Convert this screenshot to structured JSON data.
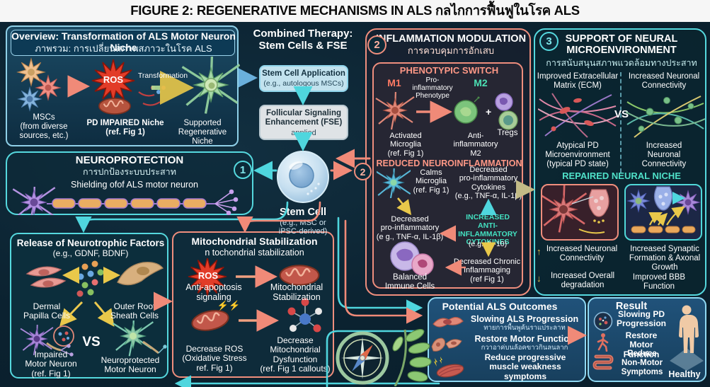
{
  "title": "FIGURE 2: REGENERATIVE MECHANISMS IN ALS กลไกการฟื้นฟูในโรค ALS",
  "badges": {
    "one": "1",
    "two": "2",
    "three": "3"
  },
  "overview": {
    "title": "Overview: Transformation of ALS Motor Neuron Niche",
    "subtitle_th": "ภาพรวม: การเปลี่ยนสภาพสภาวะในโรค ALS",
    "ros": "ROS",
    "transformation": "Transformation",
    "msc": "MSCs\n(from diverse\nsources, etc.)",
    "impaired": "PD IMPAIRED Niche\n(ref. Fig 1)",
    "supported": "Supported\nRegenerative Niche"
  },
  "combined": {
    "title": "Combined Therapy:\nStem Cells & FSE",
    "box1": "Stem Cell Application",
    "box1_sub": "(e.g., autologous MSCs)",
    "box2": "Follicular Signaling\nEnhancement (FSE)",
    "box2_sub": "applied",
    "stem": "Stem Cell",
    "stem_sub": "(e.g., MSC or\niPSC-derived)"
  },
  "neuroprotection": {
    "title": "NEUROPROTECTION",
    "subtitle_th": "การปกป้องระบบประสาท",
    "caption": "Shielding ofof ALS motor neuron"
  },
  "neurotrophic": {
    "title": "Release of Neurotrophic Factors",
    "subtitle": "(e.g., GDNF, BDNF)",
    "left": "Dermal\nPapilla Cells",
    "right": "Outer Root\nSheath Cells",
    "vs": "VS",
    "impaired": "Impaired\nMotor Neuron\n(ref. Fig 1)",
    "protected": "Neuroprotected\nMotor Neuron"
  },
  "mito": {
    "title": "Mitochondrial Stabilization",
    "subtitle": "n tochondrial stabilization",
    "ros": "ROS",
    "bolts": "⚡⚡",
    "anti": "Anti-apoptosis\nsignaling",
    "stab": "Mitochondrial\nStabilization",
    "dec_ros": "Decrease ROS\n(Oxidative Stress\nref. Fig 1)",
    "dec_dys": "Decrease\nMitochondrial\nDysfunction\n(ref. Fig 1 callouts)"
  },
  "inflammation": {
    "title": "INFLAMMATION MODULATION",
    "subtitle_th": "การควบคุมการอักเสบ",
    "phen_title": "PHENOTYPIC SWITCH",
    "m1": "M1",
    "m2": "M2",
    "arrow_label": "Pro-inflammatory\nPhenotype",
    "activated": "Activated\nMicroglia\n(ref. Fig 1)",
    "anti_m2": "Anti-\ninflammatory\nM2",
    "plus": "+",
    "tregs": "Tregs",
    "reduced_title": "REDUCED NEUROINFLAMMATION",
    "calms": "Calms\nMicroglia\n(ref. Fig 1)",
    "dec_cyt": "Decreased\npro-inflammatory\nCytokines\n(e.g., TNF-α, IL-1β)",
    "dec_pro": "Decreased\npro-inflammatory\n(e g., TNF-α, IL-1β)",
    "inc_anti": "INCREASED\nANTI-INFLAMMATORY\nCYTOKINES",
    "inc_anti_sub": "(e.g., IL-10)",
    "balanced": "Balanced\nImmune Cells",
    "dec_chronic": "Decreased Chronic\nInflammaging\n(ref Fig 1)"
  },
  "support": {
    "title": "SUPPORT OF NEURAL\nMICROENVIRONMENT",
    "subtitle_th": "การสนับสนุนสภาพแวดล้อมทางประสาท",
    "ecm_top": "Improved Extracellular\nMatrix (ECM)",
    "conn_top": "Increased Neuronal\nConnectivity",
    "vs": "VS",
    "ecm_bottom": "Atypical PD\nMicroenvironment\n(typical PD state)",
    "conn_bottom": "Increased\nNeuronal\nConnectivity",
    "repaired": "REPAIRED NEURAL NICHE",
    "up": "↑",
    "down": "↓",
    "inc_conn": "Increased Neuronal\nConnectivity",
    "inc_syn": "Increased Synaptic\nFormation & Axonal\nGrowth",
    "inc_deg": "Increased Overall\ndegradation",
    "bbb": "Improved BBB\nFunction"
  },
  "outcomes": {
    "title": "Potential ALS Outcomes",
    "item1": "Slowing ALS Progression",
    "item1_th": "ทายการพื้นพูค้นราแประลาท",
    "item2": "Restore Motor Function",
    "item2_th": "กวาอาค่บนล้อคขาวกินลนลาก",
    "item3": "Reduce progressive\nmuscle weakness\nsymptoms"
  },
  "result": {
    "title": "Result",
    "item1": "Slowing PD\nProgression",
    "item2": "Restore Motor\nFunction",
    "item3": "Reduce\nNon-Motor\nSymptoms",
    "healthy": "Healthy"
  },
  "colors": {
    "teal": "#4fd6de",
    "salmon": "#f08a78",
    "green": "#43e0c0",
    "panel_blue": "#1d4b70",
    "yellow": "#e9c84a"
  }
}
